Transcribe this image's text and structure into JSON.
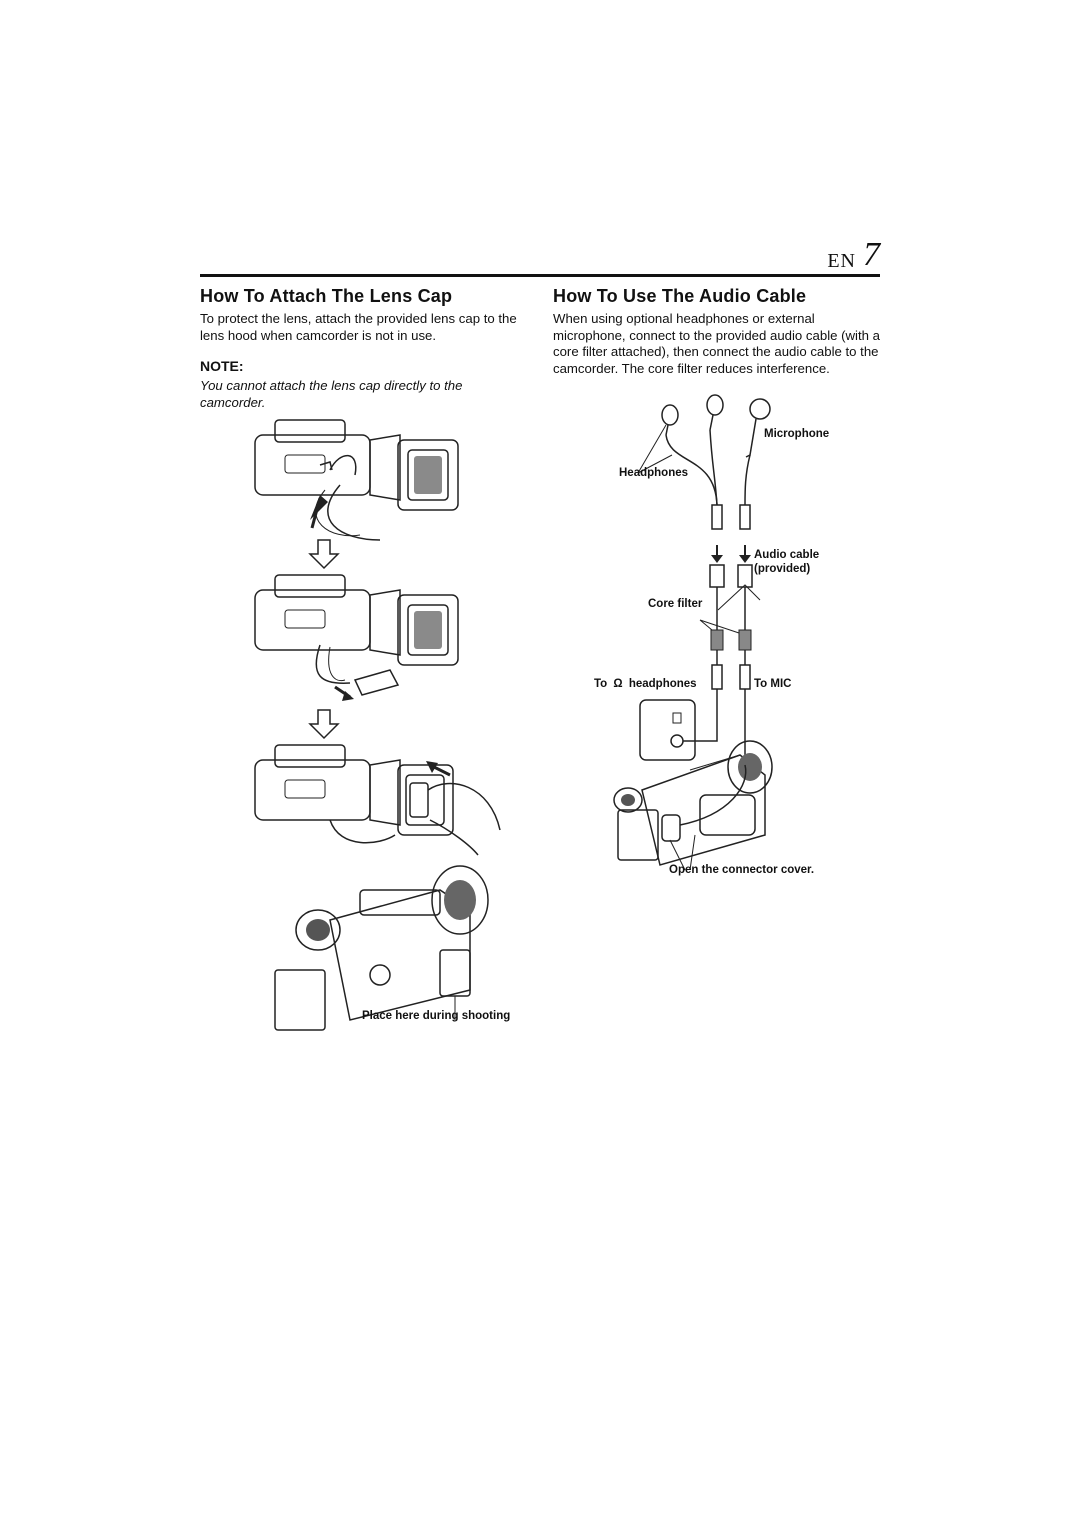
{
  "header": {
    "language": "EN",
    "page_number": "7"
  },
  "left": {
    "heading": "How To Attach The Lens Cap",
    "body": "To protect the lens, attach the provided lens cap to the lens hood when camcorder is not in use.",
    "note_heading": "NOTE:",
    "note_text": "You cannot attach the lens cap directly to the camcorder.",
    "caption": "Place here during shooting"
  },
  "right": {
    "heading": "How To Use The Audio Cable",
    "body": "When using optional headphones or external microphone, connect to the provided audio cable (with a core filter attached), then connect the audio cable to the camcorder. The core filter reduces interference.",
    "labels": {
      "microphone": "Microphone",
      "headphones": "Headphones",
      "audio_cable": "Audio cable",
      "provided": "(provided)",
      "core_filter": "Core filter",
      "to_prefix": "To",
      "to_headphones": "headphones",
      "to_mic": "To MIC",
      "connector_cover": "Open the connector cover."
    }
  },
  "icons": [
    "headphones-symbol-icon",
    "arrow-down-icon",
    "hollow-down-arrow-icon"
  ]
}
